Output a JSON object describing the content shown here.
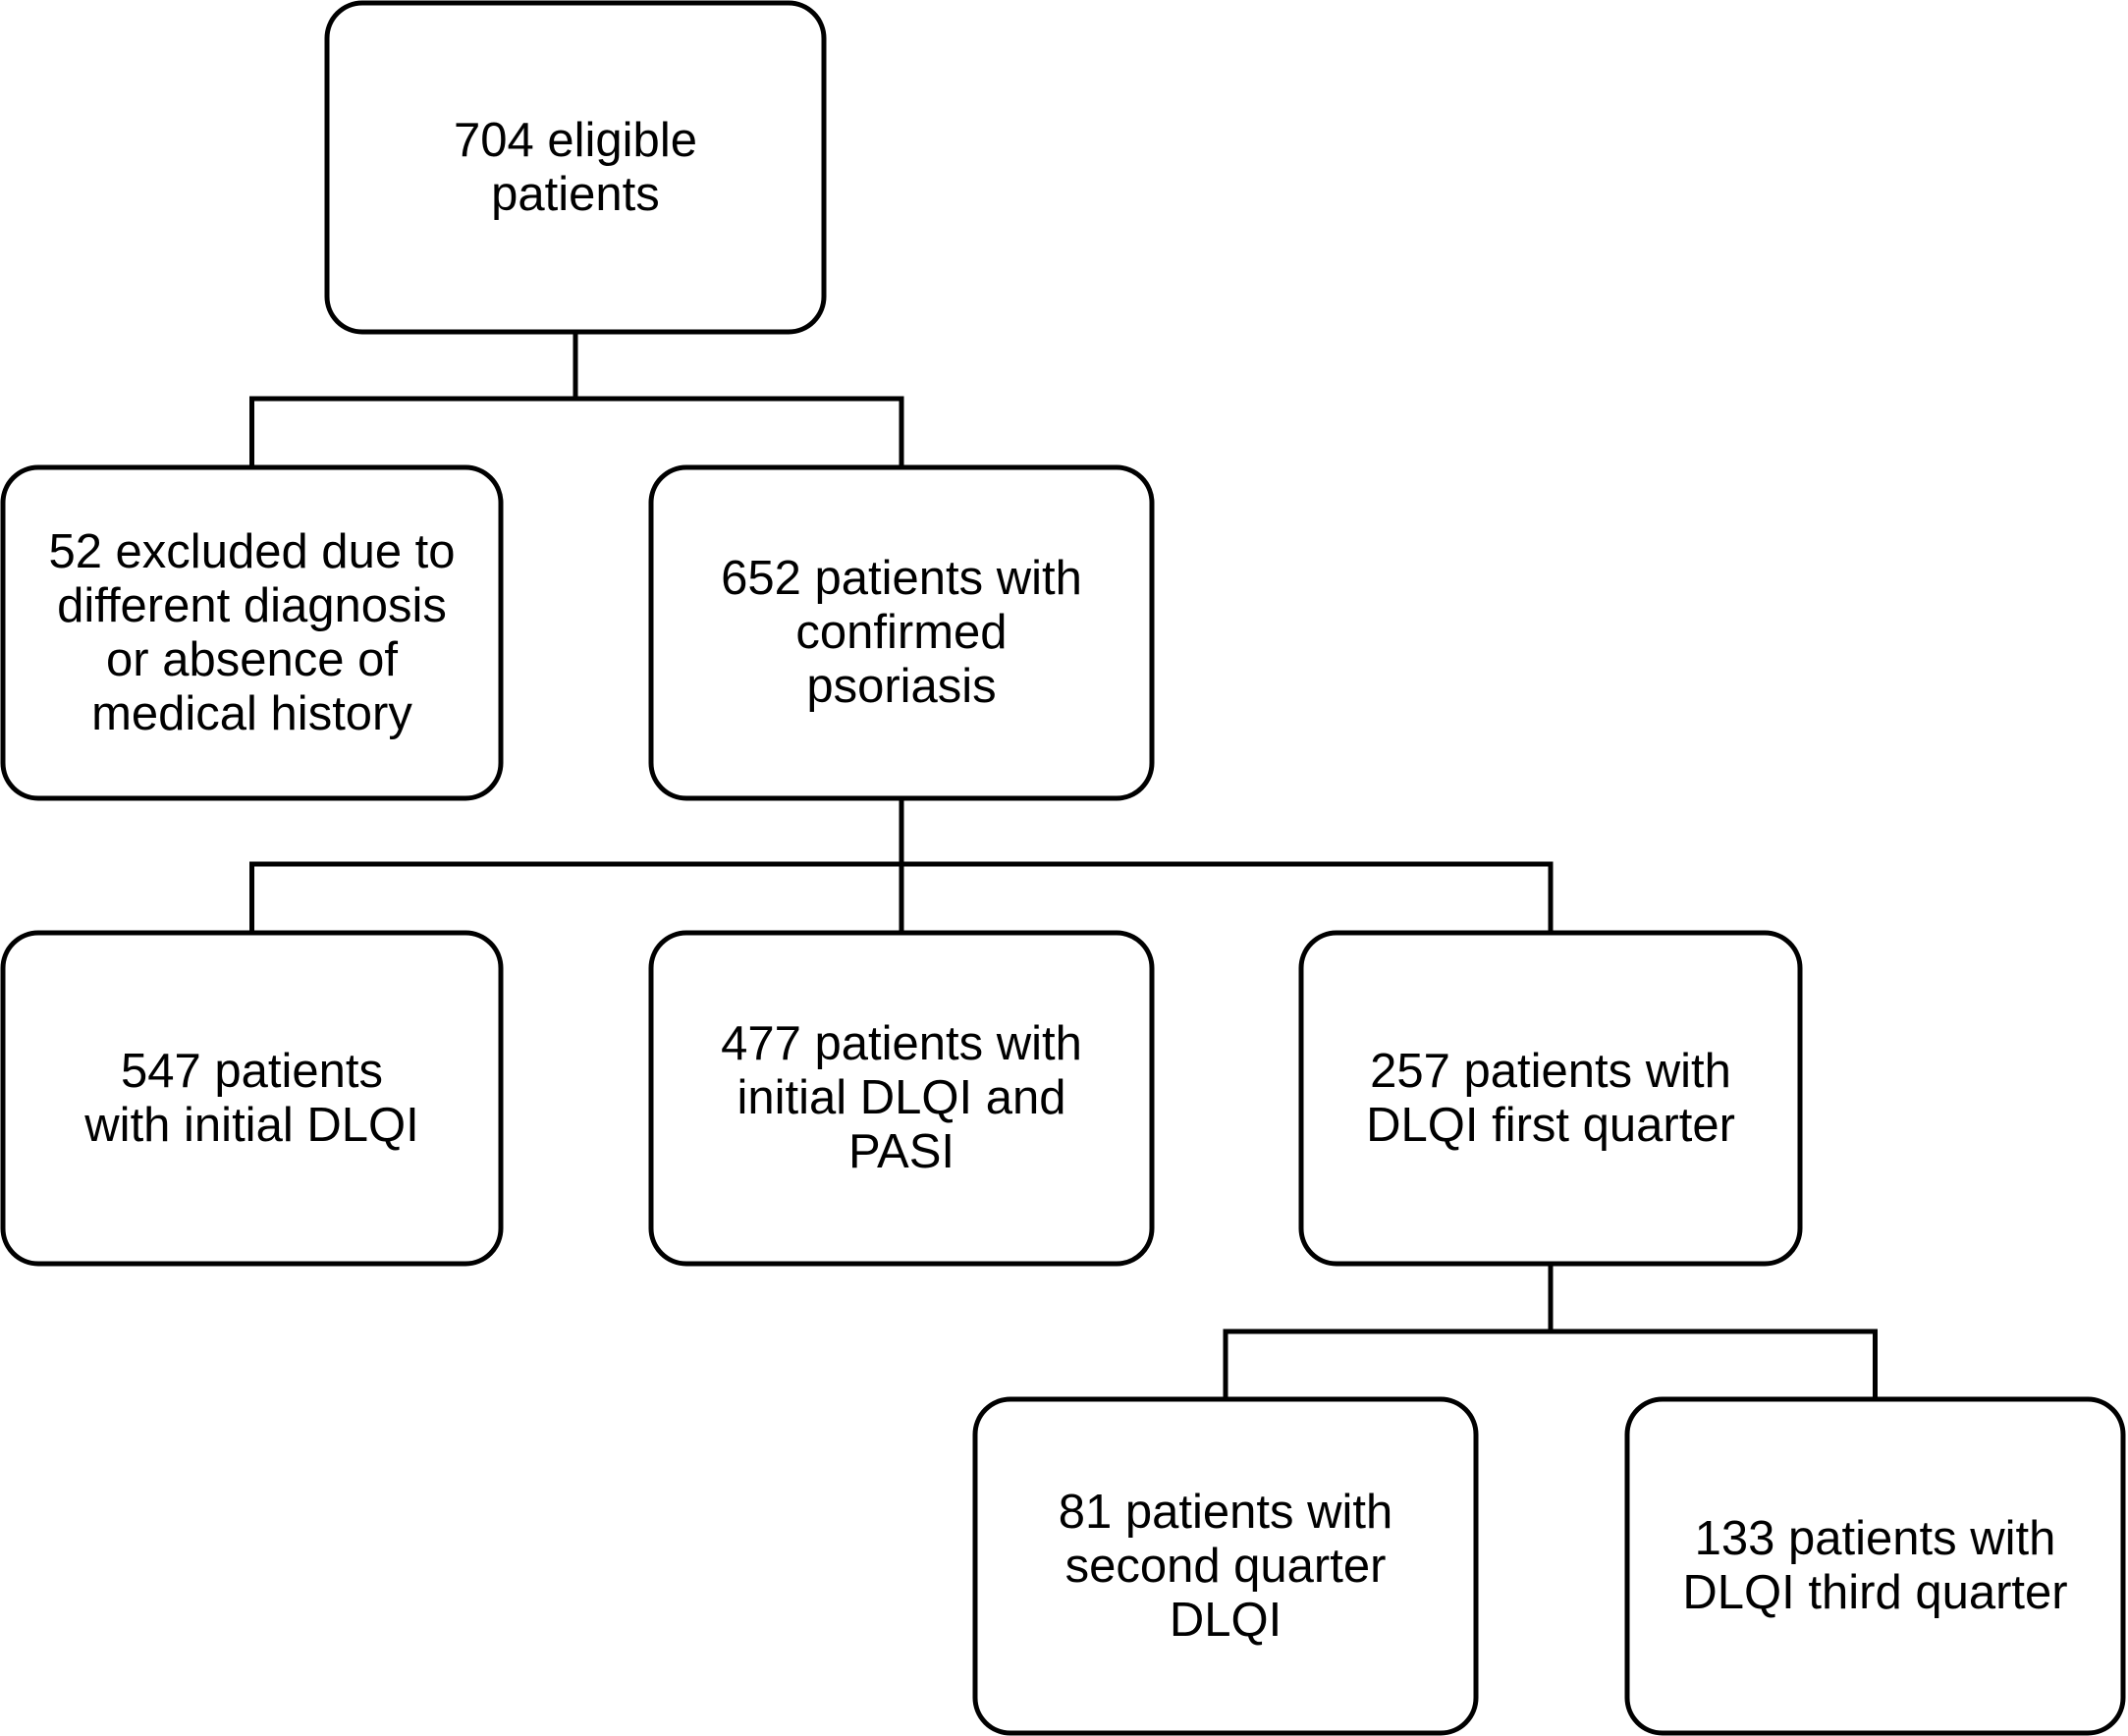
{
  "diagram": {
    "colors": {
      "line": "#000000",
      "box_fill": "#ffffff",
      "text": "#000000"
    },
    "nodes": {
      "eligible": {
        "text": "704 eligible\npatients"
      },
      "excluded": {
        "text": "52 excluded due to\ndifferent diagnosis\nor absence of\nmedical history"
      },
      "confirmed": {
        "text": "652 patients with\nconfirmed\npsoriasis"
      },
      "initial_dlqi": {
        "text": "547 patients\nwith initial DLQI"
      },
      "dlqi_pasi": {
        "text": "477 patients with\ninitial DLQI and\nPASI"
      },
      "first_quarter": {
        "text": "257 patients with\nDLQI first quarter"
      },
      "second_quarter": {
        "text": "81 patients with\nsecond quarter\nDLQI"
      },
      "third_quarter": {
        "text": "133 patients with\nDLQI third quarter"
      }
    },
    "edges": [
      {
        "from": "eligible",
        "to": "excluded"
      },
      {
        "from": "eligible",
        "to": "confirmed"
      },
      {
        "from": "confirmed",
        "to": "initial_dlqi"
      },
      {
        "from": "confirmed",
        "to": "dlqi_pasi"
      },
      {
        "from": "confirmed",
        "to": "first_quarter"
      },
      {
        "from": "first_quarter",
        "to": "second_quarter"
      },
      {
        "from": "first_quarter",
        "to": "third_quarter"
      }
    ]
  }
}
